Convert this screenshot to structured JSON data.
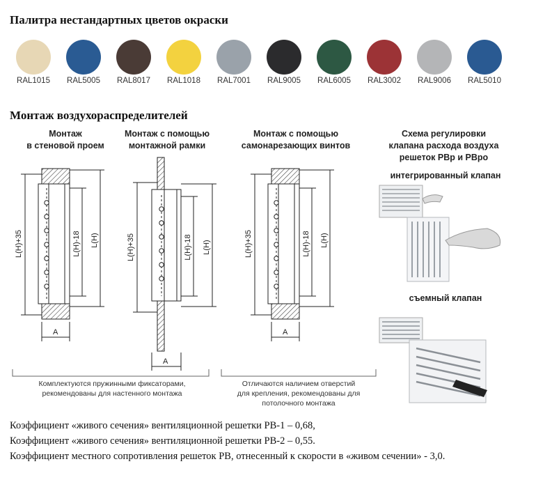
{
  "palette": {
    "title": "Палитра нестандартных цветов окраски",
    "swatches": [
      {
        "code": "RAL1015",
        "color": "#e7d7b5"
      },
      {
        "code": "RAL5005",
        "color": "#2a5b93"
      },
      {
        "code": "RAL8017",
        "color": "#4a3b36"
      },
      {
        "code": "RAL1018",
        "color": "#f3d23f"
      },
      {
        "code": "RAL7001",
        "color": "#9aa2aa"
      },
      {
        "code": "RAL9005",
        "color": "#2b2b2d"
      },
      {
        "code": "RAL6005",
        "color": "#2d5843"
      },
      {
        "code": "RAL3002",
        "color": "#9c3336"
      },
      {
        "code": "RAL9006",
        "color": "#b4b5b7"
      },
      {
        "code": "RAL5010",
        "color": "#2a5a92"
      }
    ]
  },
  "mounting": {
    "title": "Монтаж воздухораспределителей",
    "diagrams": [
      {
        "caption_1": "Монтаж",
        "caption_2": "в стеновой проем"
      },
      {
        "caption_1": "Монтаж с помощью",
        "caption_2": "монтажной рамки"
      },
      {
        "caption_1": "Монтаж с помощью",
        "caption_2": "самонарезающих винтов"
      }
    ],
    "dim_labels": {
      "outer": "L(H)+35",
      "inner": "L(H)-18",
      "full": "L(H)",
      "width": "A"
    },
    "scheme": {
      "line1": "Схема регулировки",
      "line2": "клапана расхода воздуха",
      "line3": "решеток РВр и РВро",
      "integrated": "интегрированный клапан",
      "removable": "съемный клапан"
    },
    "notes": {
      "left_line1": "Комплектуются пружинными фиксаторами,",
      "left_line2": "рекомендованы для настенного монтажа",
      "right_line1": "Отличаются наличием отверстий",
      "right_line2": "для крепления, рекомендованы для",
      "right_line3": "потолочного монтажа"
    }
  },
  "footer": {
    "line1": "Коэффициент «живого сечения» вентиляционной решетки РВ-1 – 0,68,",
    "line2": "Коэффициент «живого сечения» вентиляционной решетки РВ-2 – 0,55.",
    "line3": "Коэффициент местного сопротивления решеток РВ, отнесенный к скорости в «живом сечении» - 3,0."
  },
  "colors": {
    "line": "#222222",
    "hatch": "#444444"
  }
}
